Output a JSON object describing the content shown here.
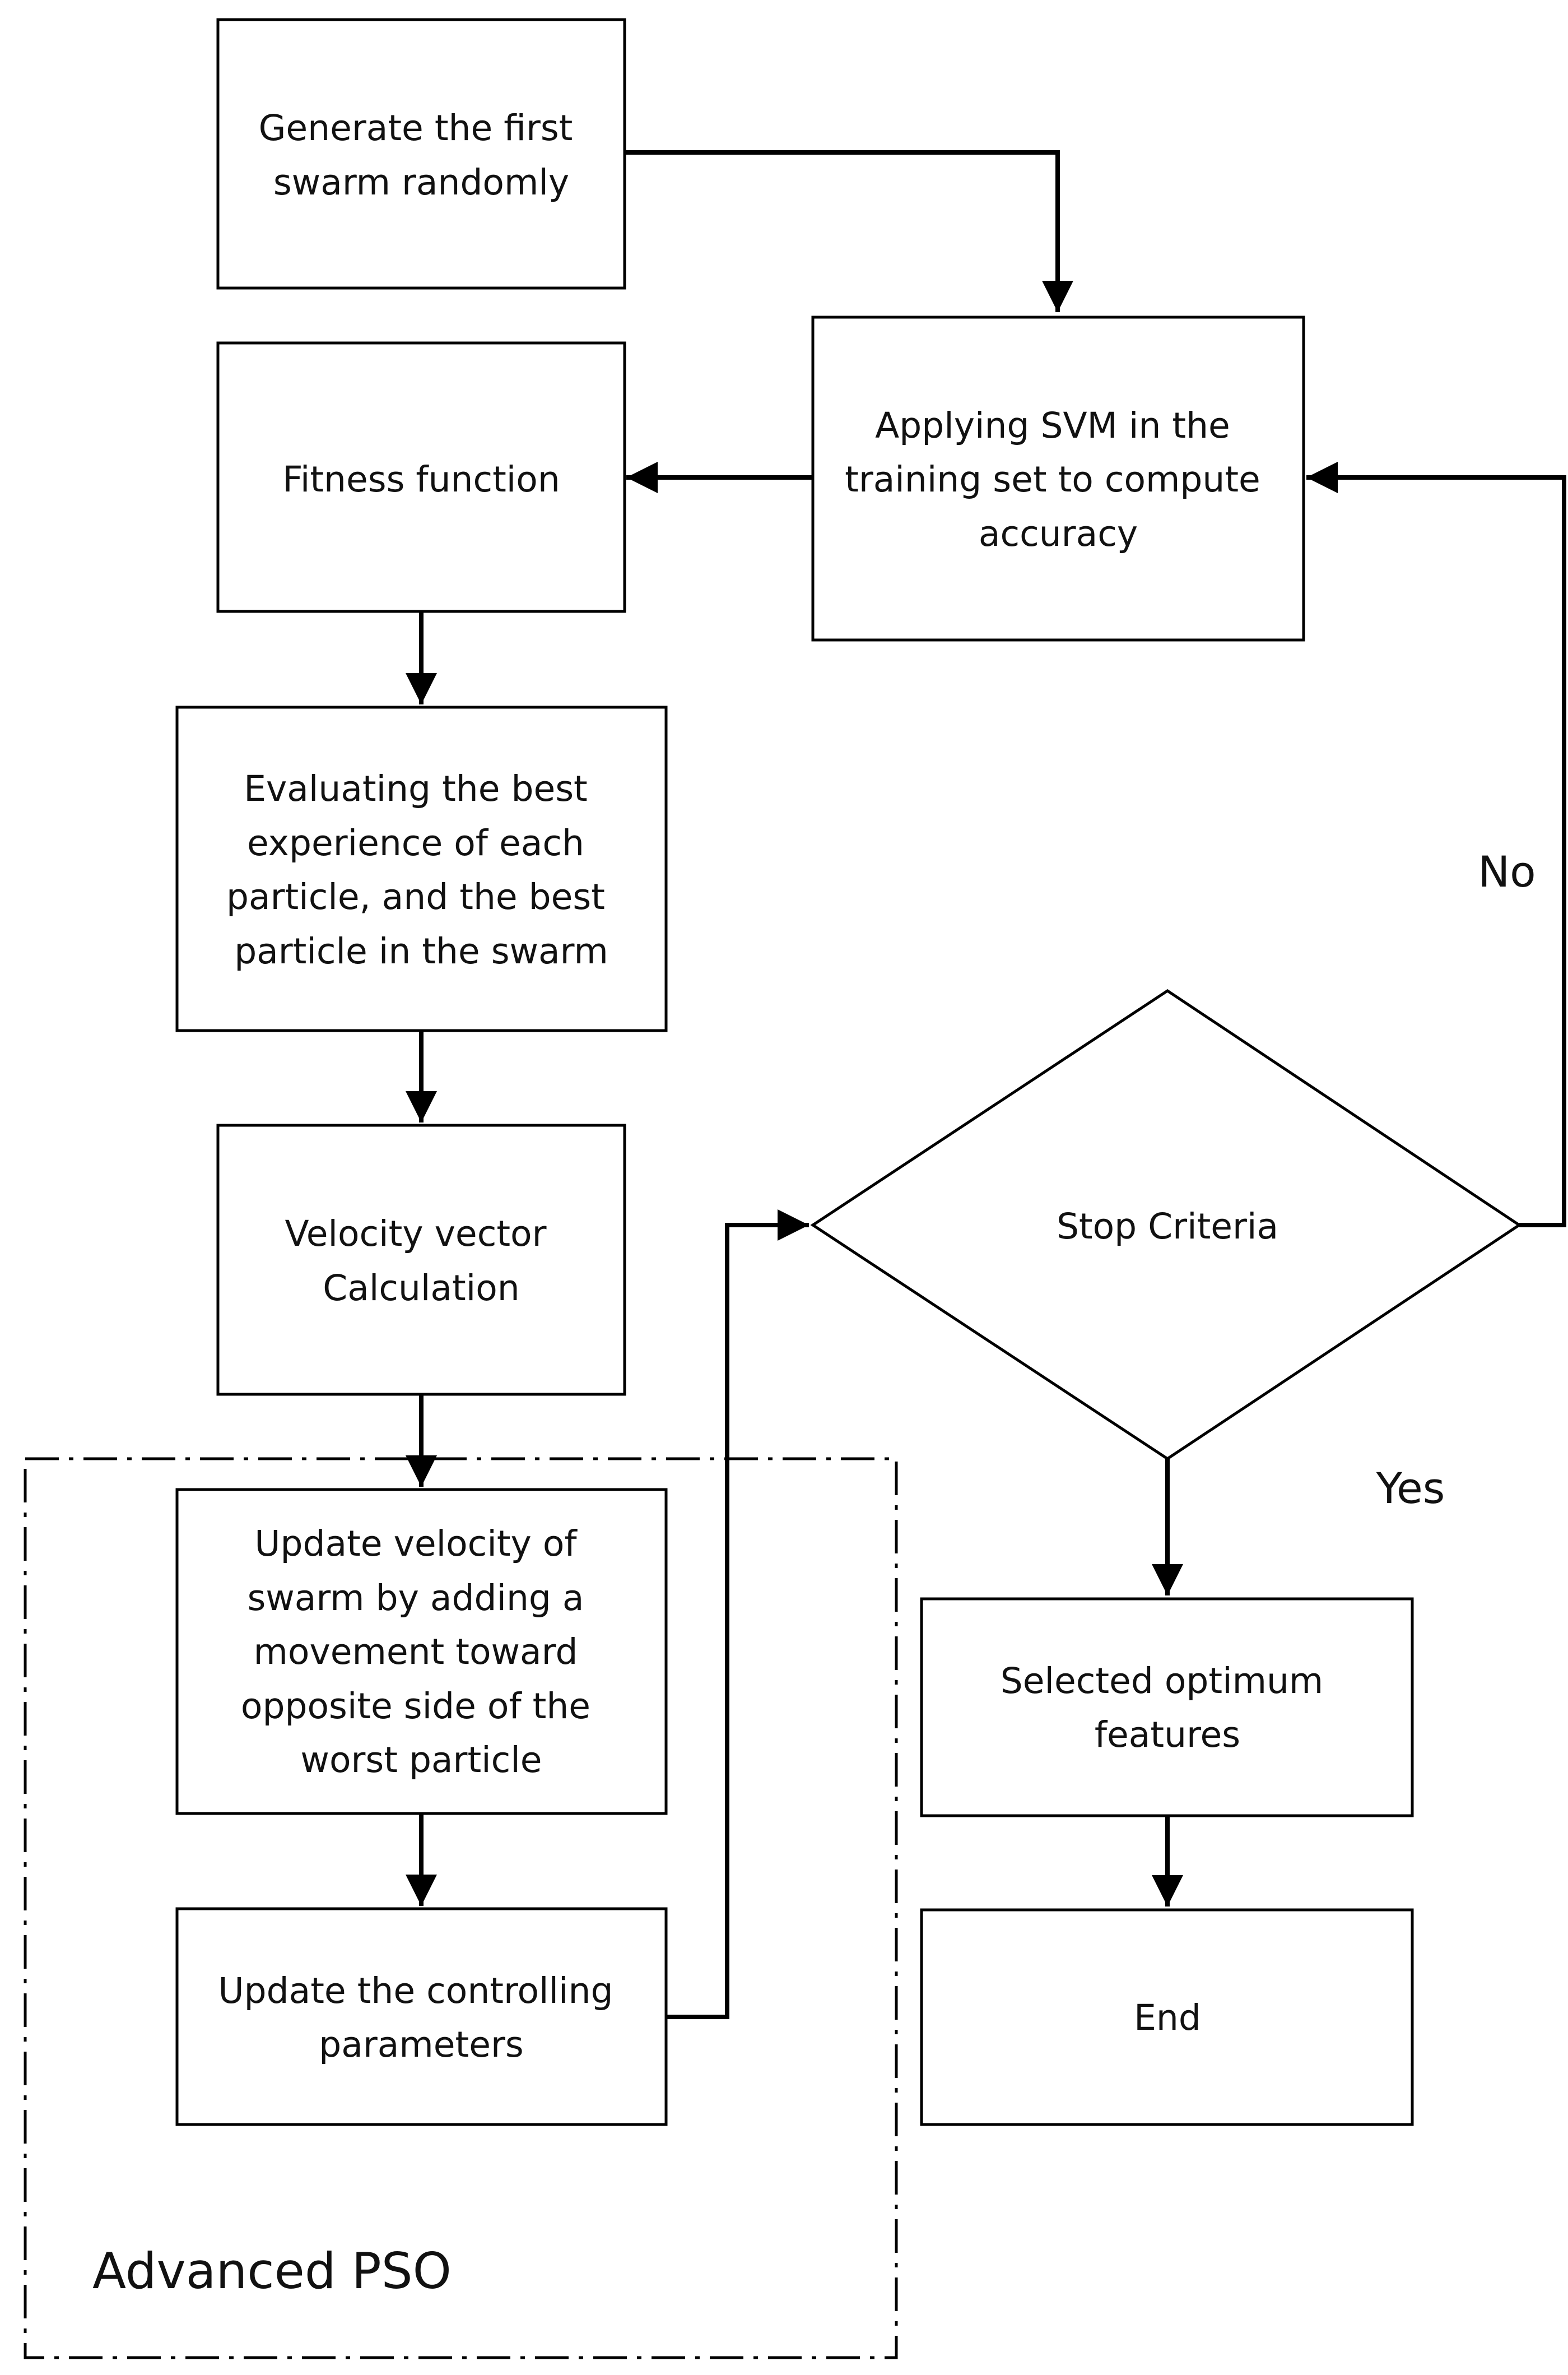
{
  "flowchart": {
    "nodes": [
      {
        "id": "generate",
        "lines": [
          "Generate the first",
          "swarm randomly"
        ]
      },
      {
        "id": "svm",
        "lines": [
          "Applying SVM in the",
          "training set to compute",
          "accuracy"
        ]
      },
      {
        "id": "fitness",
        "lines": [
          "Fitness function"
        ]
      },
      {
        "id": "evaluate",
        "lines": [
          "Evaluating  the best",
          "experience of each",
          "particle, and the best",
          "particle in the swarm"
        ]
      },
      {
        "id": "velocity",
        "lines": [
          "Velocity vector",
          "Calculation"
        ]
      },
      {
        "id": "update_velocity",
        "lines": [
          "Update velocity of",
          "swarm by adding a",
          "movement toward",
          "opposite side of the",
          "worst particle"
        ]
      },
      {
        "id": "update_params",
        "lines": [
          "Update the controlling",
          "parameters"
        ]
      },
      {
        "id": "stop",
        "lines": [
          "Stop Criteria"
        ]
      },
      {
        "id": "selected",
        "lines": [
          "Selected optimum",
          "features"
        ]
      },
      {
        "id": "end",
        "lines": [
          "End"
        ]
      }
    ],
    "edges": [
      {
        "from": "generate",
        "to": "svm",
        "label": ""
      },
      {
        "from": "svm",
        "to": "fitness",
        "label": ""
      },
      {
        "from": "fitness",
        "to": "evaluate",
        "label": ""
      },
      {
        "from": "evaluate",
        "to": "velocity",
        "label": ""
      },
      {
        "from": "velocity",
        "to": "update_velocity",
        "label": ""
      },
      {
        "from": "update_velocity",
        "to": "update_params",
        "label": ""
      },
      {
        "from": "update_params",
        "to": "stop",
        "label": ""
      },
      {
        "from": "stop",
        "to": "svm",
        "label": "No"
      },
      {
        "from": "stop",
        "to": "selected",
        "label": "Yes"
      },
      {
        "from": "selected",
        "to": "end",
        "label": ""
      }
    ],
    "group_label": "Advanced PSO",
    "colors": {
      "stroke": "#000000",
      "fill": "#ffffff",
      "text": "#111111"
    }
  }
}
